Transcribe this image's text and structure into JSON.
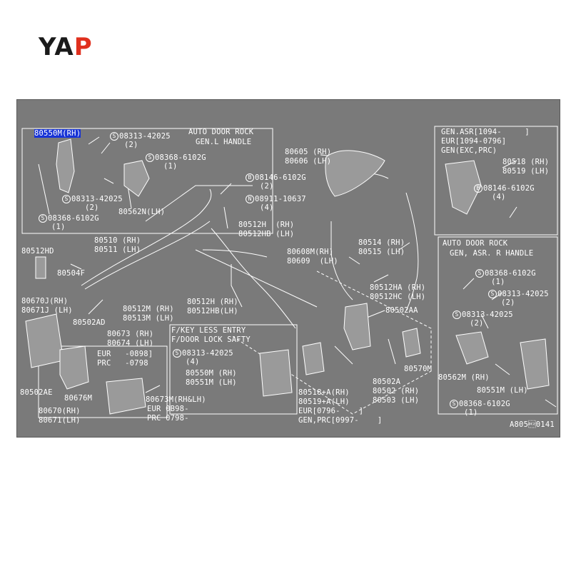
{
  "brand": {
    "logo_text_1": "YA",
    "logo_text_2": "P",
    "accent": "#e0301e"
  },
  "figure_code": "A805\u00120141",
  "labels": {
    "p80550M": "80550M(RH)",
    "s08313_a": "08313-42025",
    "s08313_a_qty": "(2)",
    "auto_door_rock_1": "AUTO DOOR ROCK",
    "gen_l_handle": "GEN.L HANDLE",
    "s08368_a": "08368-6102G",
    "s08368_a_qty": "(1)",
    "s08313_b": "08313-42025",
    "s08313_b_qty": "(2)",
    "p80562N": "80562N(LH)",
    "s08368_b": "08368-6102G",
    "s08368_b_qty": "(1)",
    "p80605": "80605 (RH)",
    "p80606": "80606 (LH)",
    "b08146_a": "08146-6102G",
    "b08146_a_qty": "(2)",
    "n08911": "08911-10637",
    "n08911_qty": "(4)",
    "p80512H_a": "80512H  (RH)",
    "p80512HB_a": "80512HB (LH)",
    "p80510": "80510 (RH)",
    "p80511": "80511 (LH)",
    "p80512HD": "80512HD",
    "p80504F": "80504F",
    "p80608M": "80608M(RH)",
    "p80609": "80609  (LH)",
    "p80514": "80514 (RH)",
    "p80515": "80515 (LH)",
    "p80670J": "80670J(RH)",
    "p80671J": "80671J (LH)",
    "p80512M": "80512M (RH)",
    "p80513M": "80513M (LH)",
    "p80512H_b": "80512H (RH)",
    "p80512HB_b": "80512HB(LH)",
    "p80512HA": "80512HA (RH)",
    "p80512HC": "80512HC (LH)",
    "p80502AA": "80502AA",
    "p80502AD": "80502AD",
    "p80673_a": "80673 (RH)",
    "p80674": "80674 (LH)",
    "eur_0898": "EUR   -0898]",
    "prc_0798": "PRC   -0798",
    "fkey_1": "F/KEY LESS ENTRY",
    "fkey_2": "F/DOOR LOCK SAFTY",
    "s08313_c": "08313-42025",
    "s08313_c_qty": "(4)",
    "p80550M_b": "80550M (RH)",
    "p80551M_b": "80551M (LH)",
    "p80570M": "80570M",
    "p80502AE": "80502AE",
    "p80676M": "80676M",
    "p80673_b": "80673M(RH&LH)",
    "eur_0898b": "EUR 0B98-",
    "prc_0798b": "PRC 0798-",
    "p80670": "80670(RH)",
    "p80671": "80671(LH)",
    "p80518A": "80518+A(RH)",
    "p80519A": "80519+A(LH)",
    "eur_0796": "EUR[0796-    ]",
    "gen_prc_0997": "GEN,PRC[0997-    ]",
    "p80502A": "80502A",
    "p80502": "80502 (RH)",
    "p80503": "80503 (LH)",
    "gen_asr": "GEN.ASR[1094-     ]",
    "eur_1094": "EUR[1094-0796]",
    "gen_exc": "GEN(EXC,PRC)",
    "p80518": "80518 (RH)",
    "p80519": "80519 (LH)",
    "b08146_b": "08146-6102G",
    "b08146_b_qty": "(4)",
    "auto_door_rock_2": "AUTO DOOR ROCK",
    "gen_asr_r_handle": "GEN, ASR. R HANDLE",
    "s08368_c": "08368-6102G",
    "s08368_c_qty": "(1)",
    "s08313_d": "08313-42025",
    "s08313_d_qty": "(2)",
    "s08313_e": "08313-42025",
    "s08313_e_qty": "(2)",
    "p80562M": "80562M (RH)",
    "p80551M_c": "80551M (LH)",
    "s08368_d": "08368-6102G",
    "s08368_d_qty": "(1)"
  },
  "symbols": {
    "s": "S",
    "b": "B",
    "n": "N"
  }
}
